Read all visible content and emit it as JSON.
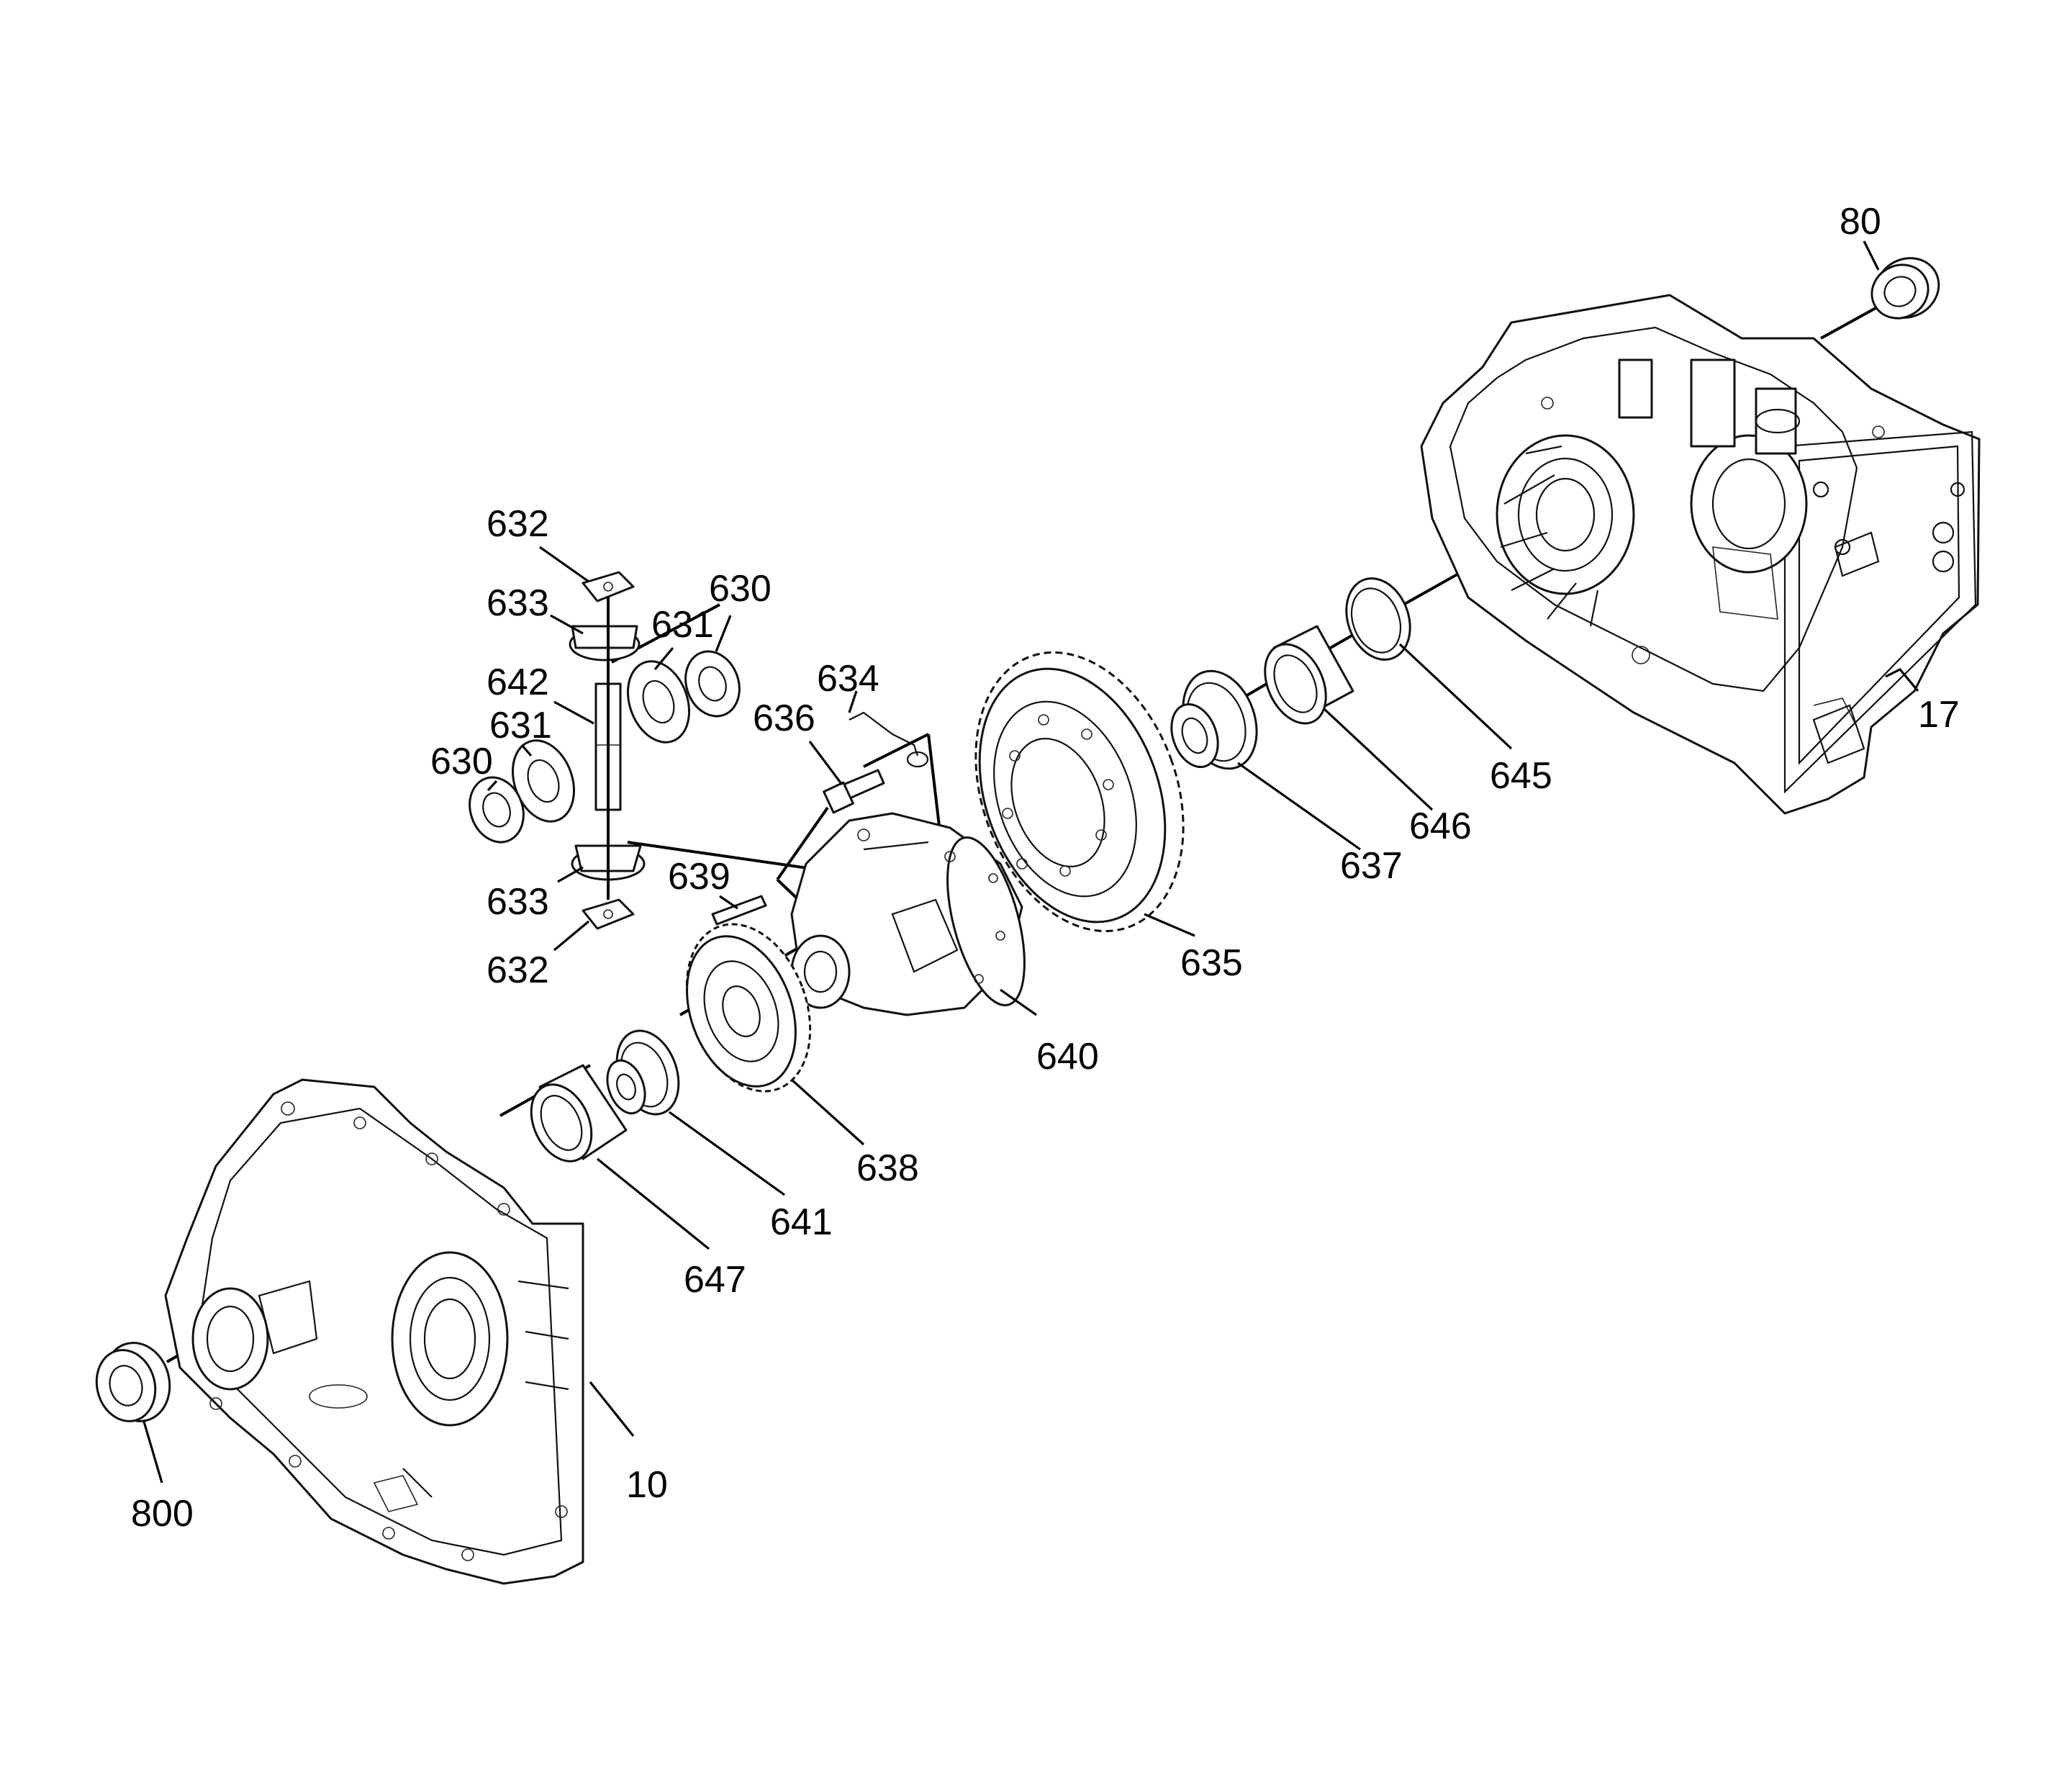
{
  "diagram": {
    "callouts": [
      {
        "id": "c80",
        "text": "80"
      },
      {
        "id": "c17",
        "text": "17"
      },
      {
        "id": "c645",
        "text": "645"
      },
      {
        "id": "c646",
        "text": "646"
      },
      {
        "id": "c637",
        "text": "637"
      },
      {
        "id": "c635",
        "text": "635"
      },
      {
        "id": "c640",
        "text": "640"
      },
      {
        "id": "c634",
        "text": "634"
      },
      {
        "id": "c636",
        "text": "636"
      },
      {
        "id": "c639",
        "text": "639"
      },
      {
        "id": "c638",
        "text": "638"
      },
      {
        "id": "c641",
        "text": "641"
      },
      {
        "id": "c647",
        "text": "647"
      },
      {
        "id": "c10",
        "text": "10"
      },
      {
        "id": "c800",
        "text": "800"
      },
      {
        "id": "c632a",
        "text": "632"
      },
      {
        "id": "c633a",
        "text": "633"
      },
      {
        "id": "c630a",
        "text": "630"
      },
      {
        "id": "c631a",
        "text": "631"
      },
      {
        "id": "c642",
        "text": "642"
      },
      {
        "id": "c631b",
        "text": "631"
      },
      {
        "id": "c630b",
        "text": "630"
      },
      {
        "id": "c633b",
        "text": "633"
      },
      {
        "id": "c632b",
        "text": "632"
      }
    ]
  }
}
